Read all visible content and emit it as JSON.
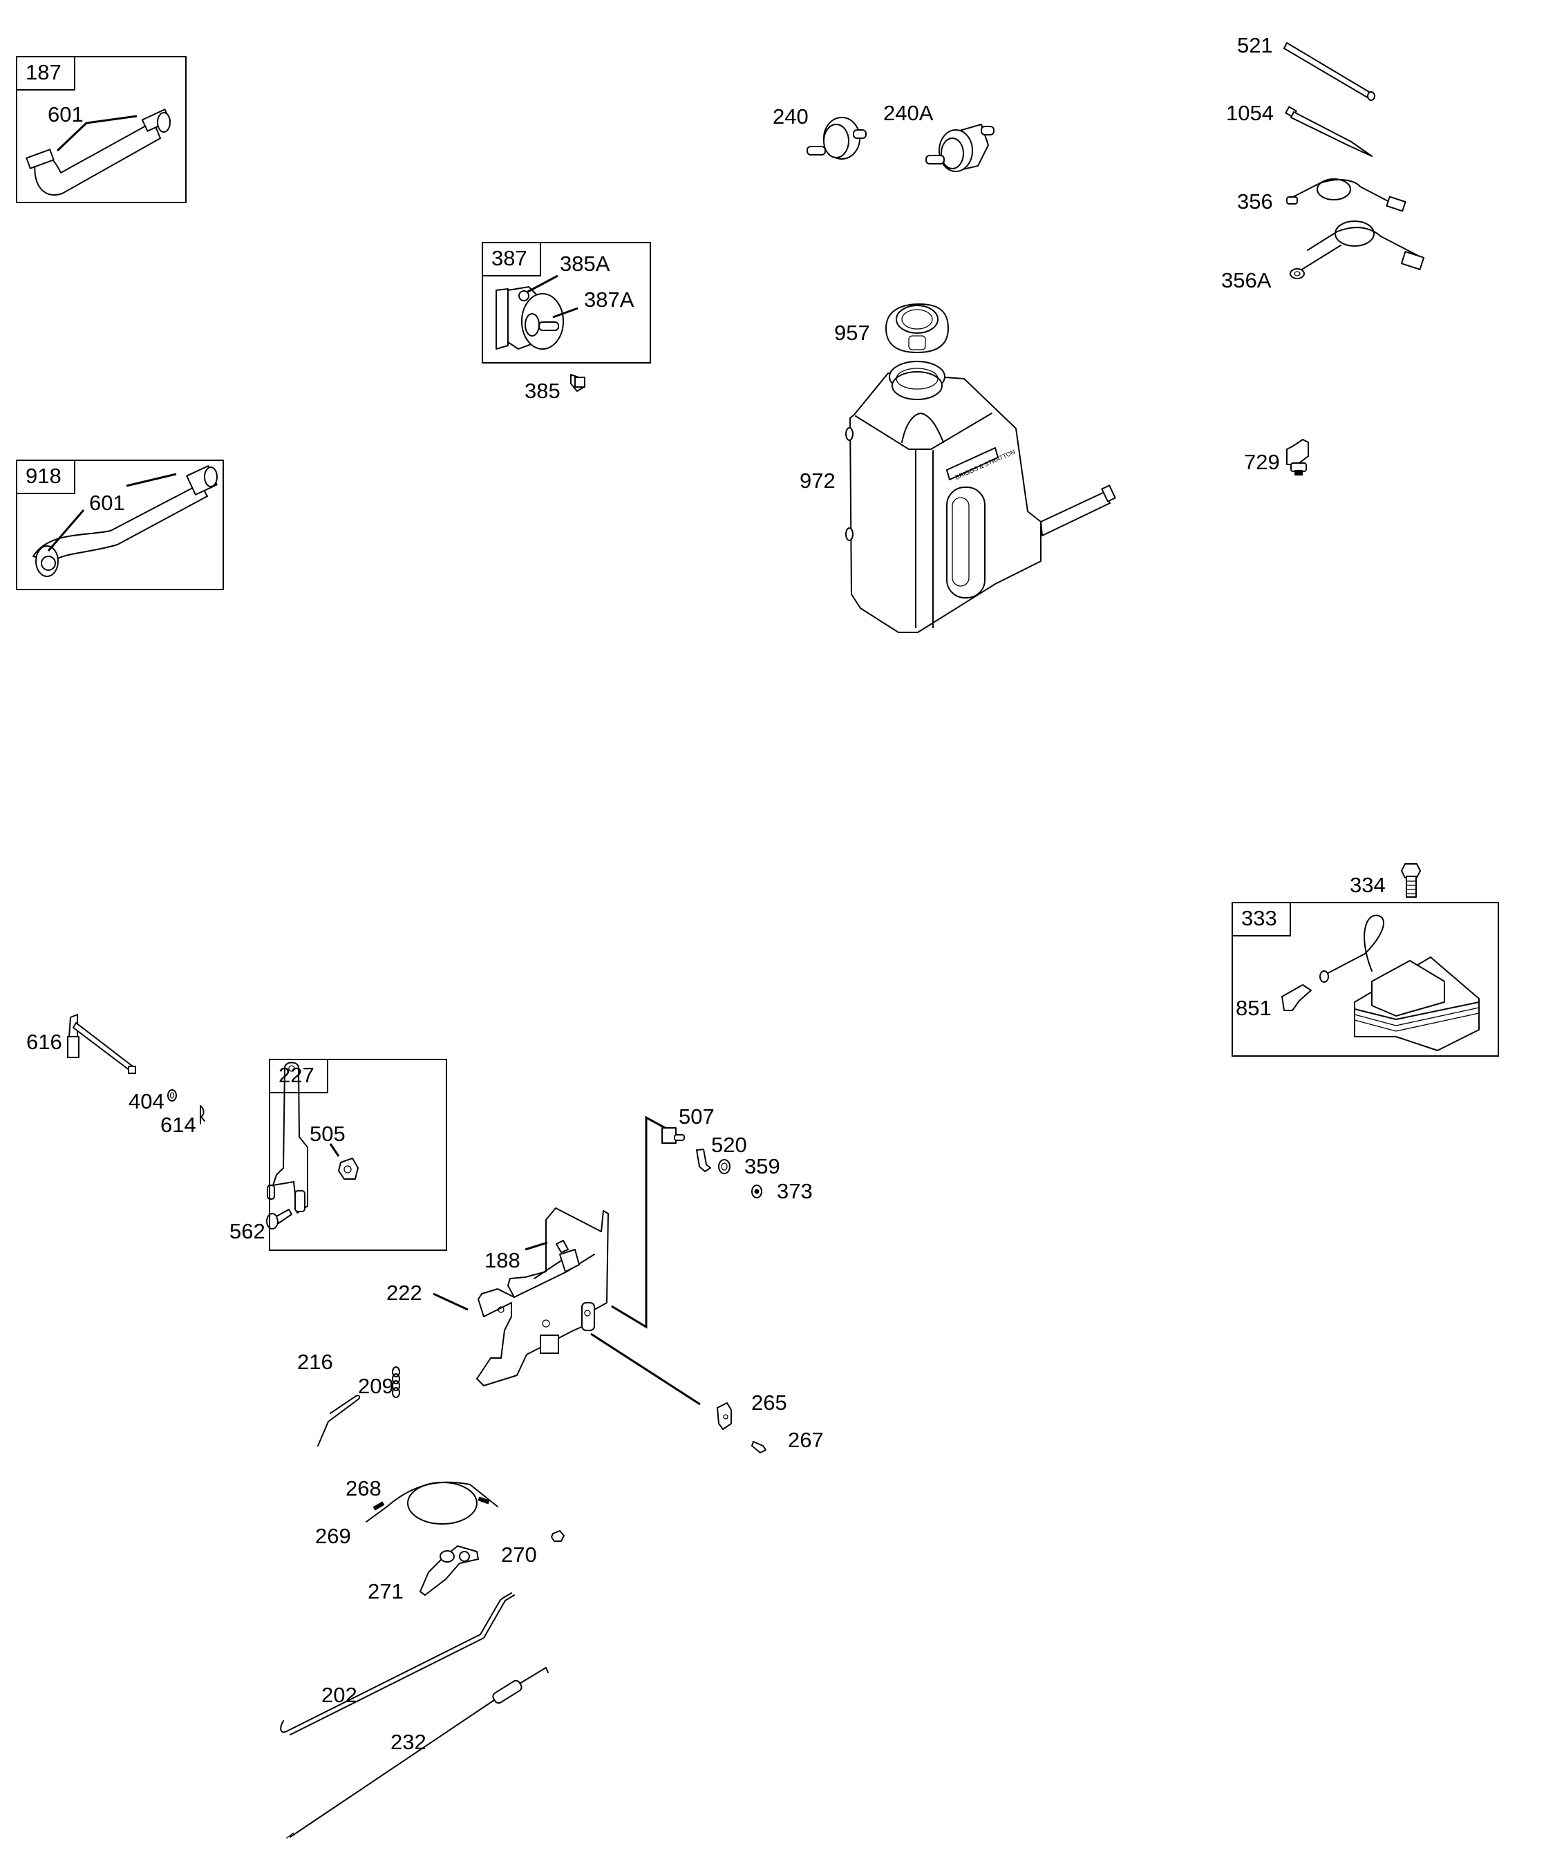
{
  "diagram": {
    "title": "Engine parts exploded view",
    "brand_logo_text": "BRIGGS & STRATTON",
    "kits": [
      {
        "id": "187",
        "contains": [
          "601"
        ]
      },
      {
        "id": "918",
        "contains": [
          "601"
        ]
      },
      {
        "id": "387",
        "contains": [
          "385A",
          "387A"
        ]
      },
      {
        "id": "333",
        "contains": [
          "851"
        ]
      },
      {
        "id": "227",
        "contains": [
          "505",
          "562"
        ]
      }
    ],
    "labels": {
      "k187": "187",
      "k187_601": "601",
      "k918": "918",
      "k918_601": "601",
      "k387": "387",
      "p385A": "385A",
      "p387A": "387A",
      "p385": "385",
      "p240": "240",
      "p240A": "240A",
      "p957": "957",
      "p972": "972",
      "p521": "521",
      "p1054": "1054",
      "p356": "356",
      "p356A": "356A",
      "p729": "729",
      "p334": "334",
      "k333": "333",
      "p851": "851",
      "p616": "616",
      "p404": "404",
      "p614": "614",
      "k227": "227",
      "p505": "505",
      "p562": "562",
      "p507": "507",
      "p520": "520",
      "p359": "359",
      "p373": "373",
      "p188": "188",
      "p222": "222",
      "p216": "216",
      "p209": "209",
      "p265": "265",
      "p267": "267",
      "p268": "268",
      "p269": "269",
      "p270": "270",
      "p271": "271",
      "p202": "202",
      "p232": "232"
    }
  }
}
